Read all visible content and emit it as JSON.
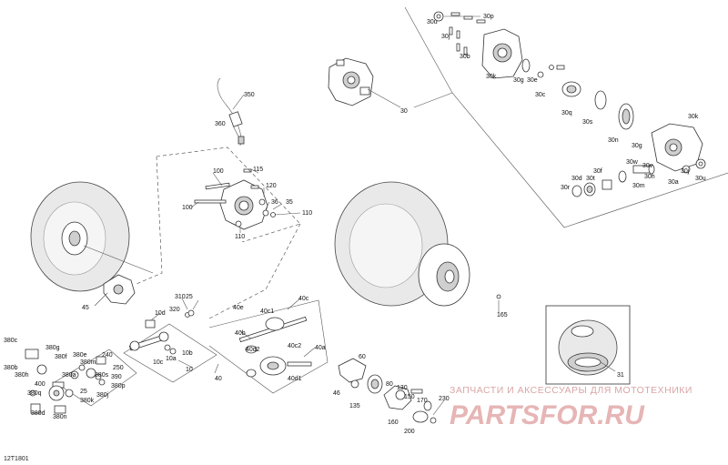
{
  "diagram_code": "12T1801",
  "watermark": {
    "line1": "ЗАПЧАСТИ И АКСЕССУАРЫ ДЛЯ МОТОТЕХНИКИ",
    "line2": "PARTSFOR.RU"
  },
  "callouts": {
    "c30p": "30p",
    "c30u_top": "30u",
    "c30j_top": "30j",
    "c30b": "30b",
    "c30k_top": "30k",
    "c30g_top": "30g",
    "c30e": "30e",
    "c30c": "30c",
    "c30q": "30q",
    "c30s": "30s",
    "c30n": "30n",
    "c30g_b": "30g",
    "c30k_b": "30k",
    "c30w": "30w",
    "c30v": "30v",
    "c30f": "30f",
    "c30d": "30d",
    "c30t": "30t",
    "c30r": "30r",
    "c30h": "30h",
    "c30m": "30m",
    "c30j_b": "30j",
    "c30a": "30a",
    "c30u_b": "30u",
    "c30": "30",
    "c350": "350",
    "c360": "360",
    "c100a": "100",
    "c100b": "100",
    "c115": "115",
    "c120": "120",
    "c36": "36",
    "c35": "35",
    "c110a": "110",
    "c110b": "110",
    "c45": "45",
    "c310": "310",
    "c320": "320",
    "c25a": "25",
    "c10d": "10d",
    "c10c": "10c",
    "c10a": "10a",
    "c10b": "10b",
    "c10": "10",
    "c40e": "40e",
    "c40c1": "40c1",
    "c40c": "40c",
    "c40b": "40b",
    "c40c2": "40c2",
    "c40d2": "40d2",
    "c40a": "40a",
    "c40d1": "40d1",
    "c40": "40",
    "c380c": "380c",
    "c380b": "380b",
    "c380g": "380g",
    "c380f": "380f",
    "c380e": "380e",
    "c380m": "380m",
    "c240": "240",
    "c250": "250",
    "c380h": "380h",
    "c380s": "380s",
    "c390": "390",
    "c380p": "380p",
    "c380a": "380a",
    "c380j": "380j",
    "c380q": "380q",
    "c400": "400",
    "c25b": "25",
    "c380k": "380k",
    "c380d": "380d",
    "c380n": "380n",
    "c46": "46",
    "c60": "60",
    "c135": "135",
    "c80": "80",
    "c130": "130",
    "c150": "150",
    "c170": "170",
    "c160": "160",
    "c200": "200",
    "c230": "230",
    "c165": "165",
    "c31": "31"
  }
}
